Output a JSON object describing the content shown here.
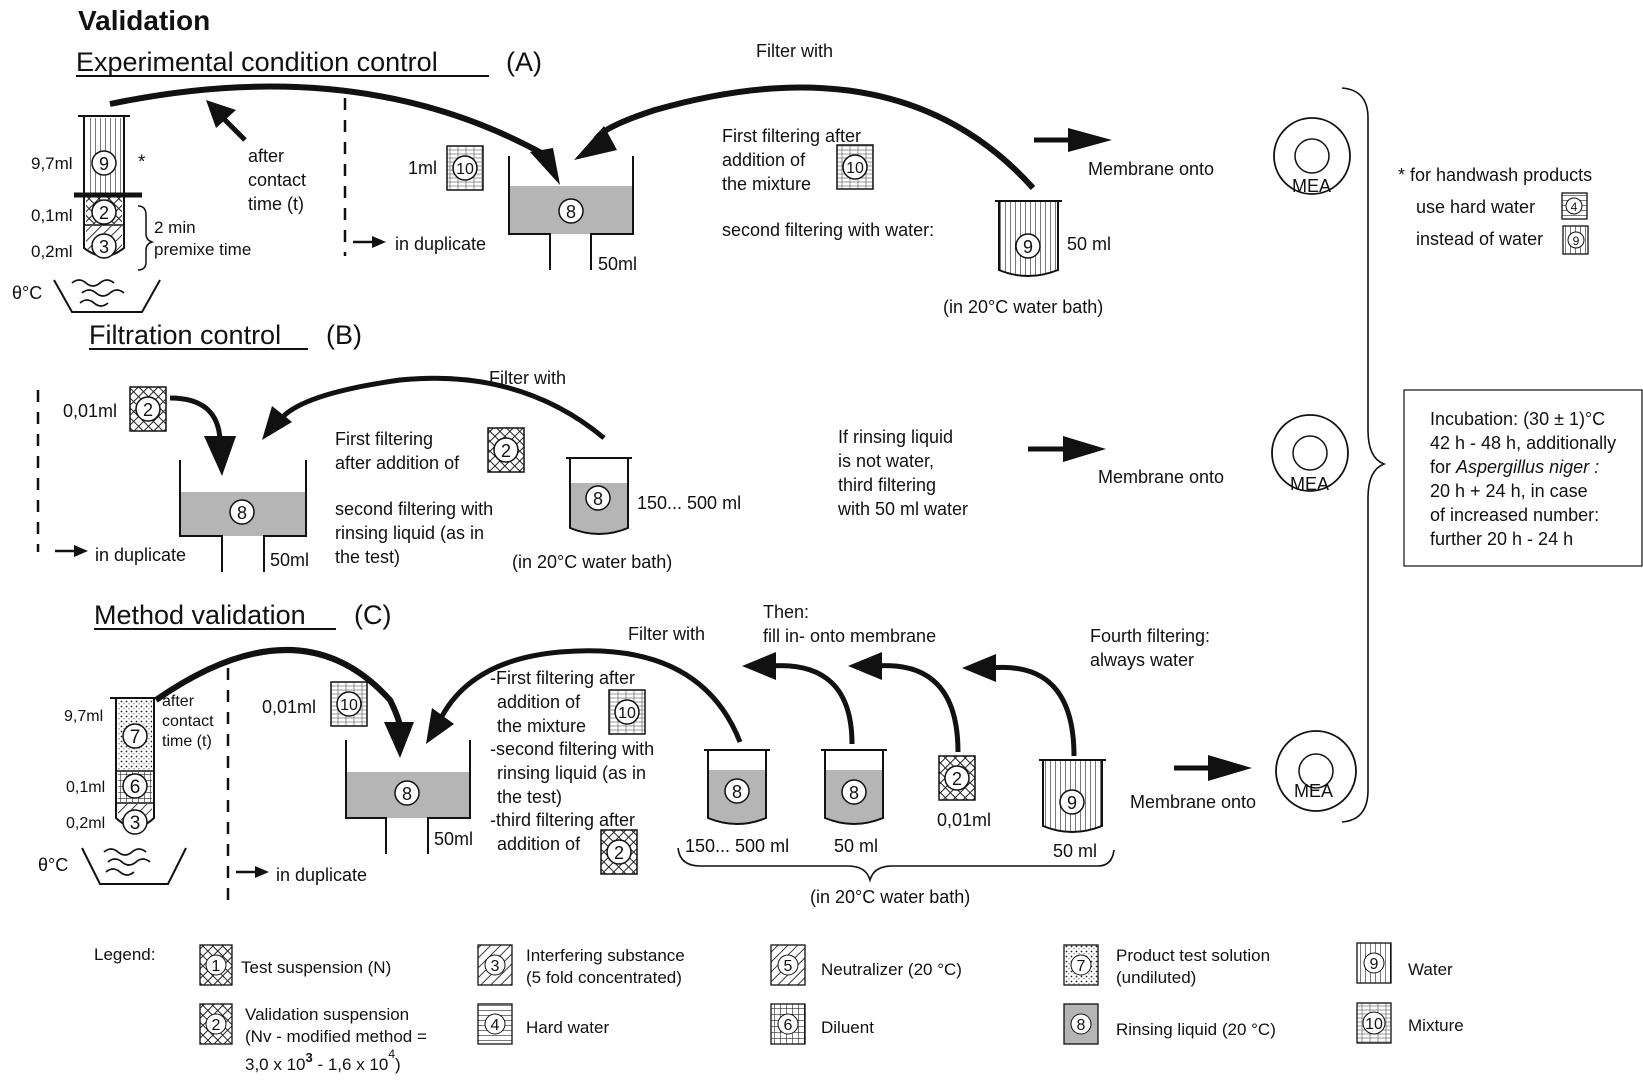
{
  "title": "Validation",
  "sections": {
    "a": {
      "label": "Experimental condition control",
      "tag": "(A)"
    },
    "b": {
      "label": "Filtration control",
      "tag": "(B)"
    },
    "c": {
      "label": "Method validation",
      "tag": "(C)"
    }
  },
  "a": {
    "vol_97": "9,7ml",
    "vol_01": "0,1ml",
    "vol_02": "0,2ml",
    "theta": "θ°C",
    "star": "*",
    "premix_1": "2 min",
    "premix_2": "premixe time",
    "contact_1": "after",
    "contact_2": "contact",
    "contact_3": "time (t)",
    "vol_1ml": "1ml",
    "duplicate": "in duplicate",
    "vol_50ml": "50ml",
    "filter_with": "Filter with",
    "first_1": "First filtering after",
    "first_2": "addition of",
    "first_3": "the mixture",
    "second": "second filtering with water:",
    "beaker_vol": "50 ml",
    "bath": "(in 20°C  water bath)",
    "membrane": "Membrane onto",
    "mea": "MEA"
  },
  "b": {
    "vol_001": "0,01ml",
    "first_1": "First filtering",
    "first_2": "after addition of",
    "second_1": "second filtering with",
    "second_2": "rinsing liquid (as in",
    "second_3": "the test)",
    "filter_with": "Filter with",
    "beaker_vol": "150... 500 ml",
    "bath": "(in 20°C  water bath)",
    "duplicate": "in duplicate",
    "vol_50ml": "50ml",
    "rinse_1": "If rinsing liquid",
    "rinse_2": "is not water,",
    "rinse_3": "third filtering",
    "rinse_4": "with 50 ml water",
    "membrane": "Membrane onto",
    "mea": "MEA"
  },
  "c": {
    "vol_97": "9,7ml",
    "vol_01": "0,1ml",
    "vol_02": "0,2ml",
    "theta": "θ°C",
    "contact_1": "after",
    "contact_2": "contact",
    "contact_3": "time (t)",
    "vol_001": "0,01ml",
    "duplicate": "in duplicate",
    "vol_50ml": "50ml",
    "filter_with": "Filter with",
    "step1_1": "-First filtering after",
    "step1_2": "addition of",
    "step1_3": "the mixture",
    "step2_1": "-second filtering with",
    "step2_2": "rinsing liquid (as in",
    "step2_3": "the test)",
    "step3_1": "-third filtering after",
    "step3_2": "addition of",
    "then_1": "Then:",
    "then_2": "fill in- onto membrane",
    "fourth_1": "Fourth filtering:",
    "fourth_2": "always water",
    "beaker1_vol": "150... 500 ml",
    "beaker2_vol": "50 ml",
    "beaker3_vol": "0,01ml",
    "beaker4_vol": "50 ml",
    "bath": "(in 20°C  water bath)",
    "membrane": "Membrane onto",
    "mea": "MEA"
  },
  "notes": {
    "hand_1": "*  for handwash products",
    "hand_2": "use  hard water",
    "hand_3": "instead of water",
    "inc_1": "Incubation: (30  ±  1)°C",
    "inc_2": "42 h - 48 h, additionally",
    "inc_3": "for",
    "inc_3_italic": "Aspergillus niger :",
    "inc_4": "20 h + 24 h, in case",
    "inc_5": "of increased number:",
    "inc_6": "further 20 h - 24 h"
  },
  "legend": {
    "label": "Legend:",
    "items": [
      {
        "num": "1",
        "text1": "Test suspension (N)",
        "text2": ""
      },
      {
        "num": "2",
        "text1": "Validation suspension",
        "text2": "(Nv - modified method ="
      },
      {
        "num": "3",
        "text1": "Interfering substance",
        "text2": "(5 fold concentrated)"
      },
      {
        "num": "4",
        "text1": "Hard water",
        "text2": ""
      },
      {
        "num": "5",
        "text1": "Neutralizer  (20 °C)",
        "text2": ""
      },
      {
        "num": "6",
        "text1": "Diluent",
        "text2": ""
      },
      {
        "num": "7",
        "text1": "Product test solution",
        "text2": "(undiluted)"
      },
      {
        "num": "8",
        "text1": "Rinsing liquid  (20 °C)",
        "text2": ""
      },
      {
        "num": "9",
        "text1": "Water",
        "text2": ""
      },
      {
        "num": "10",
        "text1": "Mixture",
        "text2": ""
      }
    ],
    "nv_range_a": "3,0 x 10",
    "nv_exp_a": "3",
    "nv_range_b": " - 1,6 x 10",
    "nv_exp_b": "4",
    "nv_close": ")"
  }
}
